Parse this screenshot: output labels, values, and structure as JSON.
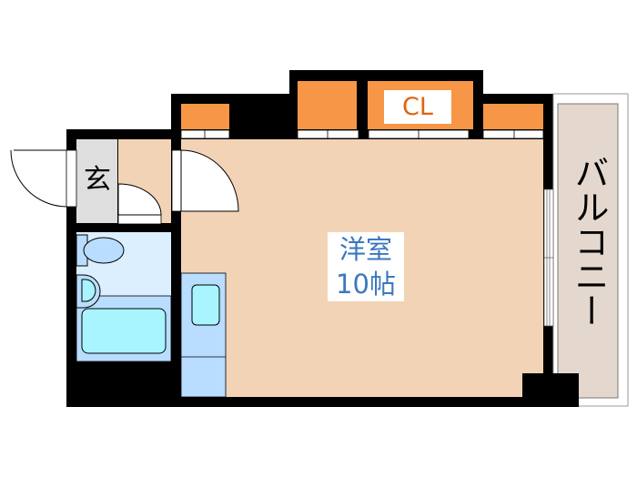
{
  "rooms": {
    "western_room": {
      "name": "洋室",
      "size": "10帖"
    },
    "closet": "CL",
    "entrance": "玄",
    "balcony": "バルコニー"
  },
  "colors": {
    "wall": "#000000",
    "floor": "#f3d3b6",
    "closet": "#f79646",
    "entrance": "#dedede",
    "bath": "#dcefff",
    "fixture": "#a8f4ff",
    "balcony": "#e4d8ce",
    "room_text": "#3b78c0",
    "closet_text": "#e2620e"
  }
}
